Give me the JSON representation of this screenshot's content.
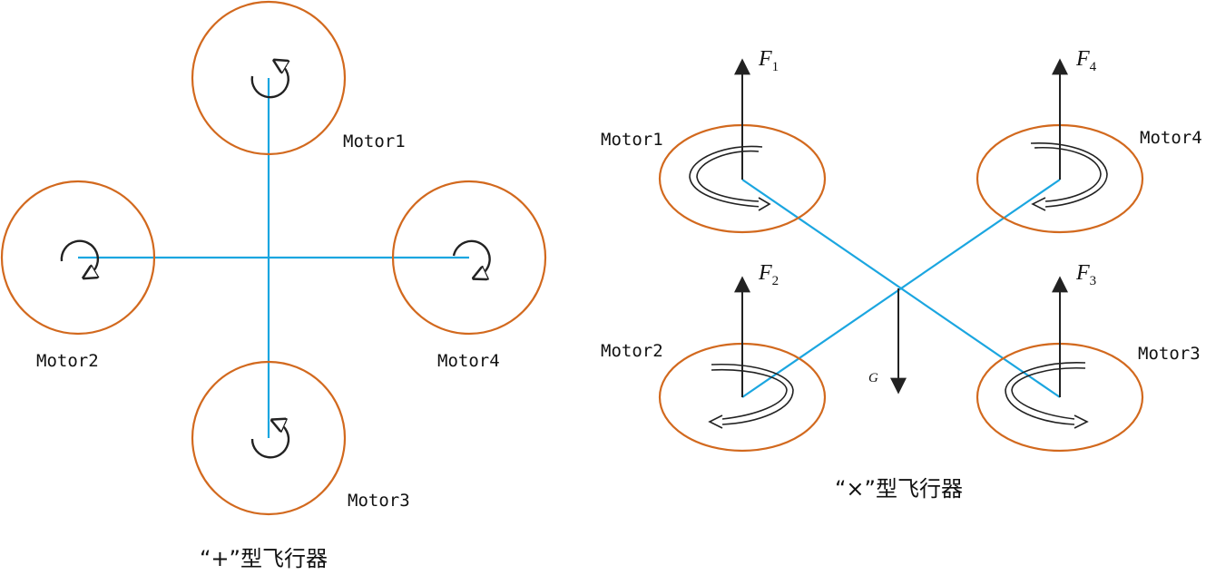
{
  "plus_config": {
    "caption": "“+”型飞行器",
    "motors": [
      {
        "label": "Motor1"
      },
      {
        "label": "Motor2"
      },
      {
        "label": "Motor3"
      },
      {
        "label": "Motor4"
      }
    ]
  },
  "x_config": {
    "caption": "“×”型飞行器",
    "motors": [
      {
        "label": "Motor1",
        "force": "F",
        "force_sub": "1"
      },
      {
        "label": "Motor2",
        "force": "F",
        "force_sub": "2"
      },
      {
        "label": "Motor3",
        "force": "F",
        "force_sub": "3"
      },
      {
        "label": "Motor4",
        "force": "F",
        "force_sub": "4"
      }
    ],
    "gravity": "G"
  },
  "colors": {
    "rotor": "#d2691e",
    "frame": "#1ba6e0",
    "ink": "#222222"
  }
}
